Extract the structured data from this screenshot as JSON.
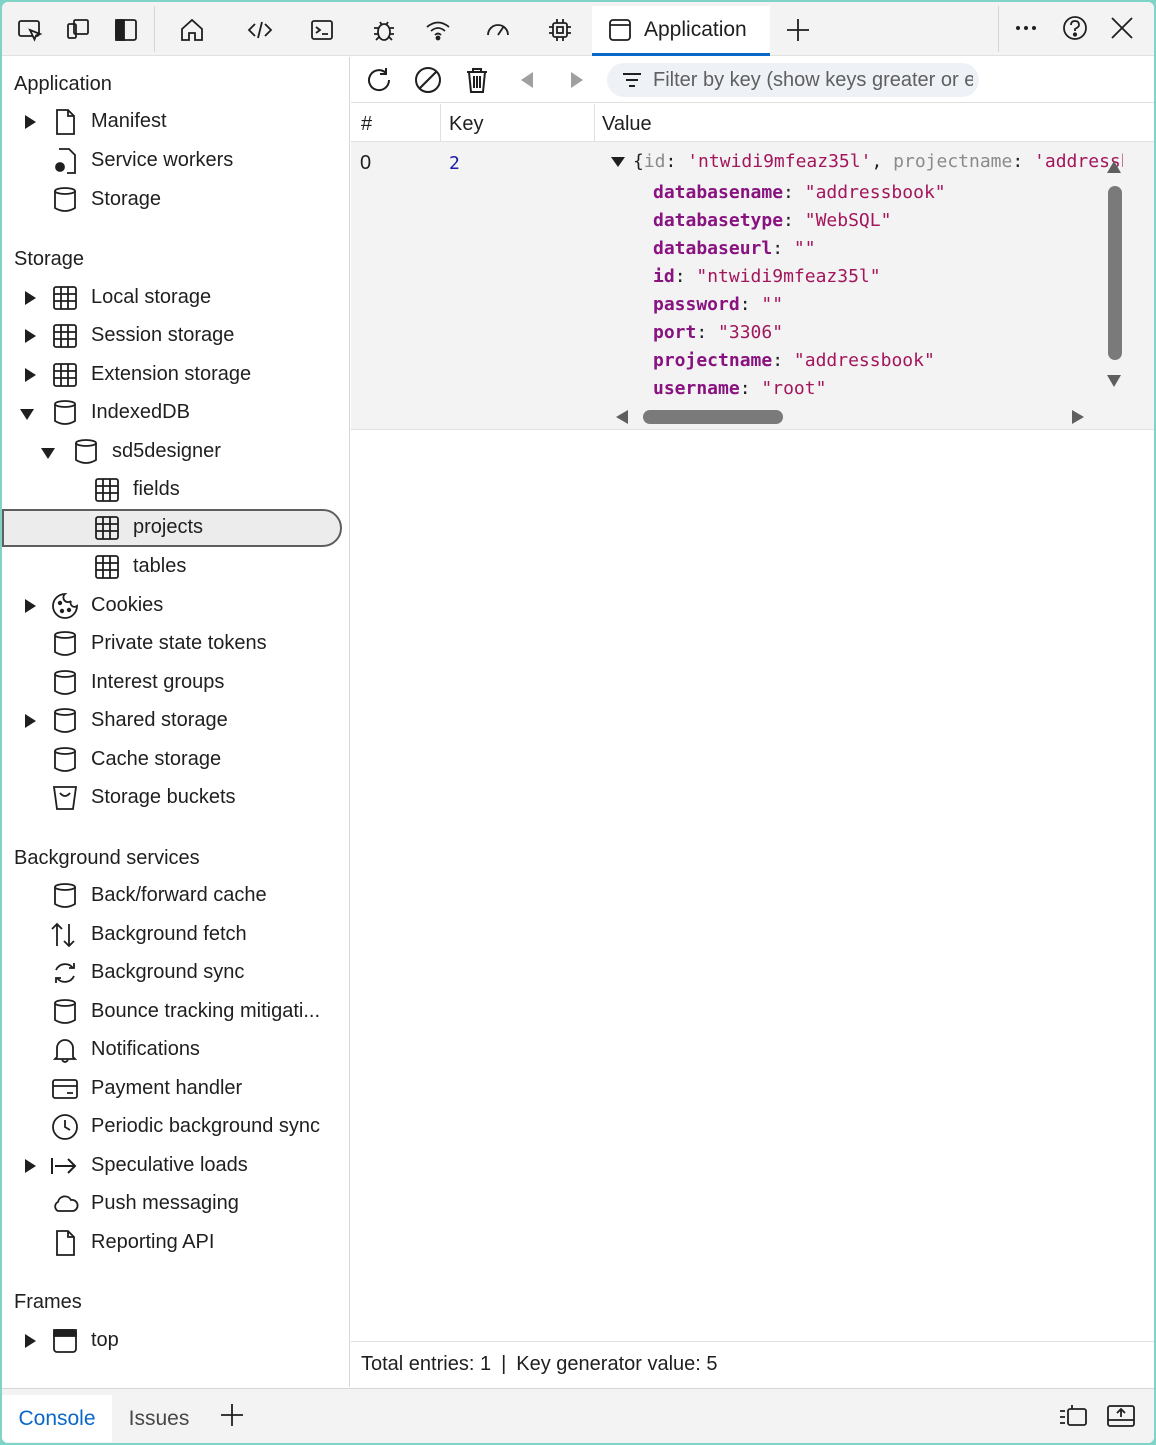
{
  "toolbar": {
    "tabs": [
      {
        "icon": "inspect-icon"
      },
      {
        "icon": "device-emulation-icon"
      },
      {
        "icon": "dock-sidebar-icon"
      },
      {
        "icon": "home-icon"
      },
      {
        "icon": "elements-icon"
      },
      {
        "icon": "console-icon"
      },
      {
        "icon": "sources-bug-icon"
      },
      {
        "icon": "network-wifi-icon"
      },
      {
        "icon": "performance-gauge-icon"
      },
      {
        "icon": "memory-chip-icon"
      }
    ],
    "active_tab": "Application",
    "more_label": "...",
    "help_label": "?"
  },
  "sidebar": {
    "application_title": "Application",
    "application_items": [
      "Manifest",
      "Service workers",
      "Storage"
    ],
    "storage_title": "Storage",
    "storage_items": [
      "Local storage",
      "Session storage",
      "Extension storage",
      "IndexedDB",
      "sd5designer",
      "fields",
      "projects",
      "tables",
      "Cookies",
      "Private state tokens",
      "Interest groups",
      "Shared storage",
      "Cache storage",
      "Storage buckets"
    ],
    "background_title": "Background services",
    "background_items": [
      "Back/forward cache",
      "Background fetch",
      "Background sync",
      "Bounce tracking mitigati...",
      "Notifications",
      "Payment handler",
      "Periodic background sync",
      "Speculative loads",
      "Push messaging",
      "Reporting API"
    ],
    "frames_title": "Frames",
    "frames_items": [
      "top"
    ]
  },
  "main": {
    "filter_placeholder": "Filter by key (show keys greater or equal to)",
    "columns": [
      "#",
      "Key",
      "Value"
    ],
    "row": {
      "index": "0",
      "key": "2",
      "summary_open": "{",
      "summary_k1": "id",
      "summary_v1": "'ntwidi9mfeaz35l'",
      "summary_k2": "projectname",
      "summary_v2": "'addressbook'",
      "props": [
        {
          "k": "databasename",
          "v": "\"addressbook\""
        },
        {
          "k": "databasetype",
          "v": "\"WebSQL\""
        },
        {
          "k": "databaseurl",
          "v": "\"\""
        },
        {
          "k": "id",
          "v": "\"ntwidi9mfeaz35l\""
        },
        {
          "k": "password",
          "v": "\"\""
        },
        {
          "k": "port",
          "v": "\"3306\""
        },
        {
          "k": "projectname",
          "v": "\"addressbook\""
        },
        {
          "k": "username",
          "v": "\"root\""
        }
      ]
    },
    "status": {
      "total": "Total entries: 1",
      "sep": "|",
      "keygen": "Key generator value: 5"
    }
  },
  "drawer": {
    "tabs": [
      "Console",
      "Issues"
    ],
    "add_label": "+"
  },
  "colors": {
    "accent": "#0a68c8",
    "key_color": "#881280",
    "value_color": "#a3155c"
  }
}
